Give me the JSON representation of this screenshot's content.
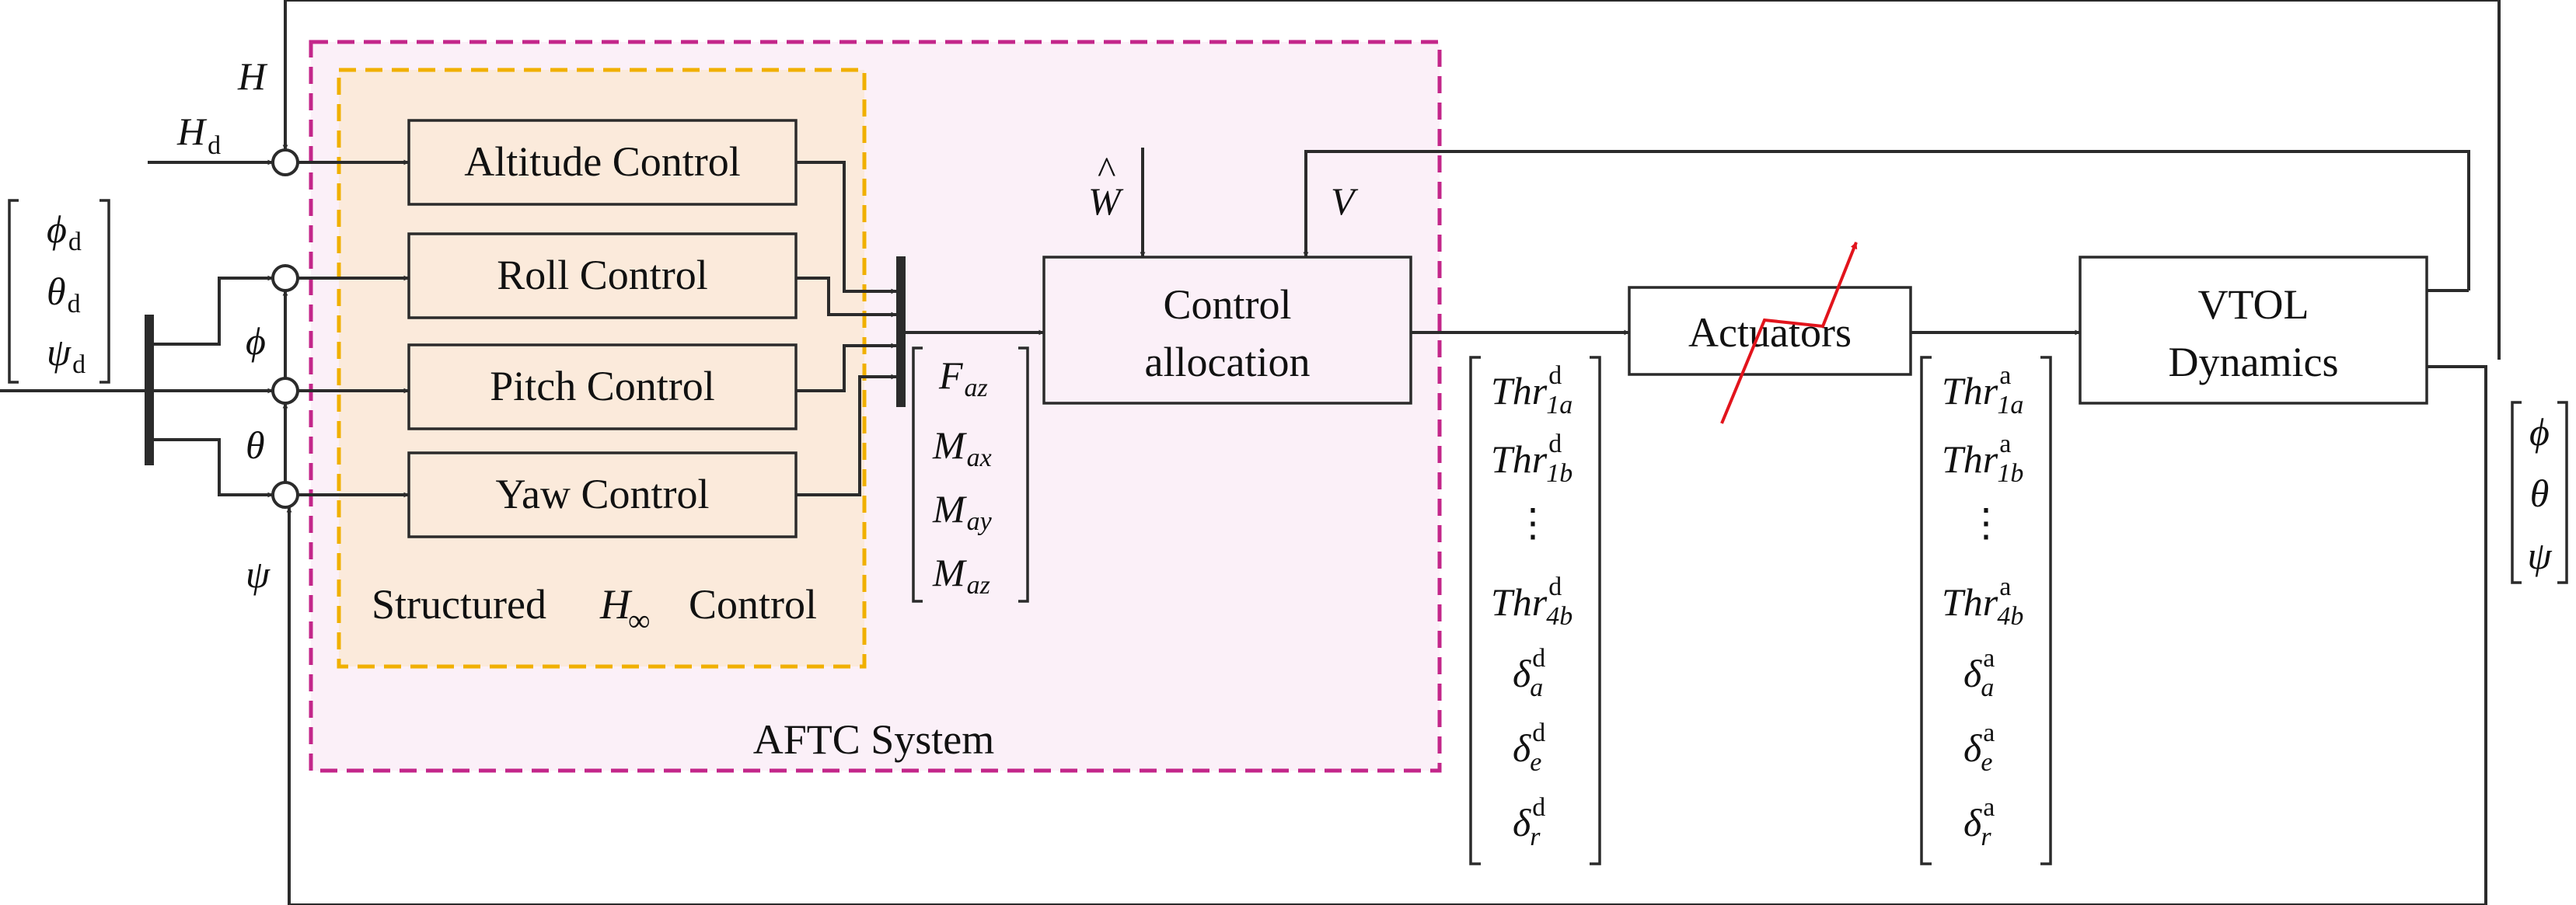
{
  "colors": {
    "aftc_border": "#c3268a",
    "aftc_fill": "#fbf0f8",
    "hinf_border": "#f0b000",
    "hinf_fill": "#fbeadb",
    "control_block_fill": "#fbeadb",
    "fault_arrow": "#e2141c",
    "line": "#2b2b2b"
  },
  "blocks": {
    "altitude": "Altitude Control",
    "roll": "Roll Control",
    "pitch": "Pitch Control",
    "yaw": "Yaw Control",
    "allocation_line1": "Control",
    "allocation_line2": "allocation",
    "actuators": "Actuators",
    "dynamics_line1": "VTOL",
    "dynamics_line2": "Dynamics"
  },
  "regions": {
    "structured_prefix": "Structured",
    "structured_suffix": "Control",
    "h_inf_main": "H",
    "h_inf_sub": "∞",
    "aftc": "AFTC System"
  },
  "signals": {
    "H": "H",
    "Hd_main": "H",
    "Hd_sub": "d",
    "phi": "ϕ",
    "theta": "θ",
    "psi": "ψ",
    "d": "d",
    "W": "W",
    "V": "V",
    "hat": "^",
    "a": "a"
  },
  "vectors": {
    "desired_attitude": [
      {
        "main": "ϕ",
        "sub": "d"
      },
      {
        "main": "θ",
        "sub": "d"
      },
      {
        "main": "ψ",
        "sub": "d"
      }
    ],
    "forces": [
      {
        "main": "F",
        "sub": "az"
      },
      {
        "main": "M",
        "sub": "ax"
      },
      {
        "main": "M",
        "sub": "ay"
      },
      {
        "main": "M",
        "sub": "az"
      }
    ],
    "commands": [
      {
        "main": "Thr",
        "sub": "1a",
        "sup": "d"
      },
      {
        "main": "Thr",
        "sub": "1b",
        "sup": "d"
      },
      {
        "dots": "⋮"
      },
      {
        "main": "Thr",
        "sub": "4b",
        "sup": "d"
      },
      {
        "main": "δ",
        "sub": "a",
        "sup": "d"
      },
      {
        "main": "δ",
        "sub": "e",
        "sup": "d"
      },
      {
        "main": "δ",
        "sub": "r",
        "sup": "d"
      }
    ],
    "actual": [
      {
        "main": "Thr",
        "sub": "1a",
        "sup": "a"
      },
      {
        "main": "Thr",
        "sub": "1b",
        "sup": "a"
      },
      {
        "dots": "⋮"
      },
      {
        "main": "Thr",
        "sub": "4b",
        "sup": "a"
      },
      {
        "main": "δ",
        "sub": "a",
        "sup": "a"
      },
      {
        "main": "δ",
        "sub": "e",
        "sup": "a"
      },
      {
        "main": "δ",
        "sub": "r",
        "sup": "a"
      }
    ],
    "attitude_out": [
      "ϕ",
      "θ",
      "ψ"
    ]
  }
}
